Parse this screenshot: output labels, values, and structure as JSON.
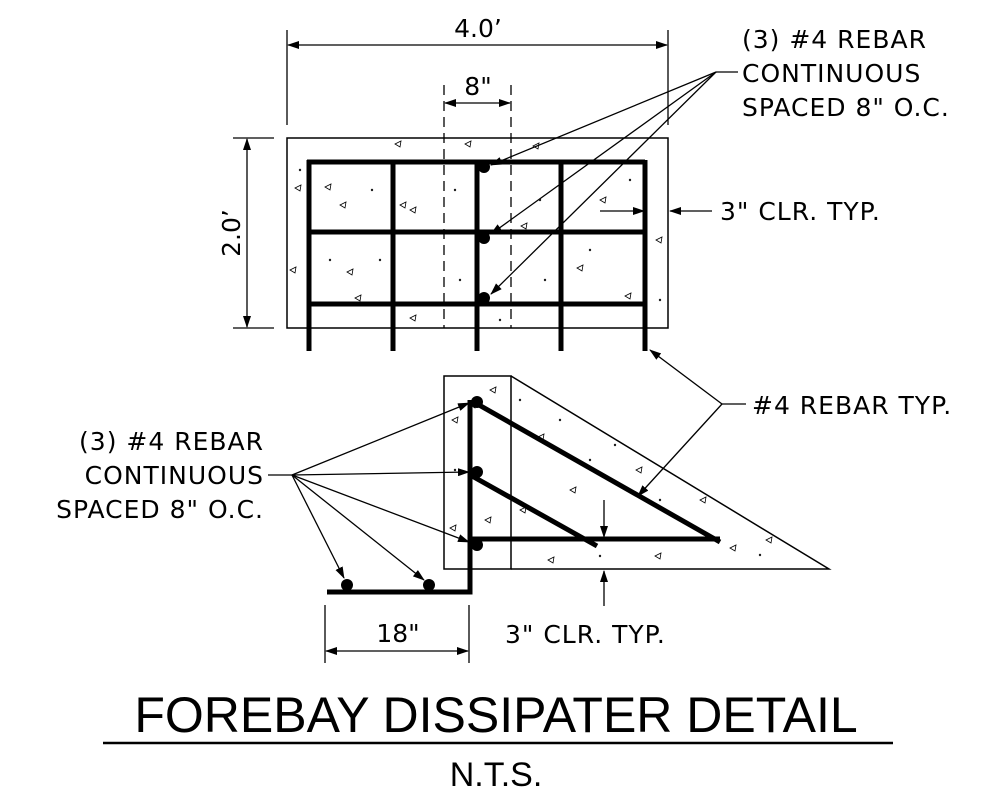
{
  "section": {
    "dimensions": {
      "width": "4.0’",
      "height": "2.0’",
      "spacing": "8\""
    }
  },
  "callouts": {
    "top_rebar": [
      "(3) #4 REBAR",
      "CONTINUOUS",
      "SPACED 8\" O.C."
    ],
    "top_clearance": "3\" CLR. TYP.",
    "rebar_typ": "#4 REBAR TYP.",
    "side_rebar": [
      "(3) #4 REBAR",
      "CONTINUOUS",
      "SPACED 8\" O.C."
    ],
    "bottom_clearance": "3\" CLR. TYP."
  },
  "profile": {
    "dimensions": {
      "length": "18\""
    }
  },
  "title": "FOREBAY DISSIPATER DETAIL",
  "subtitle": "N.T.S."
}
